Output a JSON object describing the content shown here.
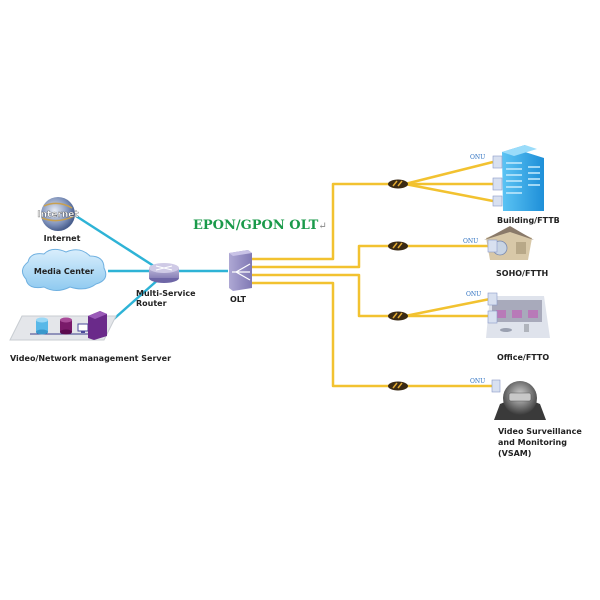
{
  "title": "EPON/GPON OLT",
  "title_mark": "↵",
  "colors": {
    "fiber": "#f2c230",
    "ethernet": "#2eb3d6",
    "title": "#1a9a4a",
    "onu_label": "#2a6fc0"
  },
  "nodes": {
    "internet": {
      "label": "Internet",
      "icon_text": "Internet"
    },
    "media_center": {
      "label": "Media Center"
    },
    "server": {
      "label": "Video/Network management Server"
    },
    "router": {
      "label_line1": "Multi-Service",
      "label_line2": "Router"
    },
    "olt": {
      "label": "OLT"
    }
  },
  "endpoints": [
    {
      "id": "building",
      "label": "Building/FTTB",
      "onu": "ONU"
    },
    {
      "id": "soho",
      "label": "SOHO/FTTH",
      "onu": "ONU"
    },
    {
      "id": "office",
      "label": "Office/FTTO",
      "onu": "ONU"
    },
    {
      "id": "vsam",
      "label_line1": "Video Surveillance",
      "label_line2": "and Monitoring",
      "label_line3": "(VSAM)",
      "onu": "ONU"
    }
  ]
}
